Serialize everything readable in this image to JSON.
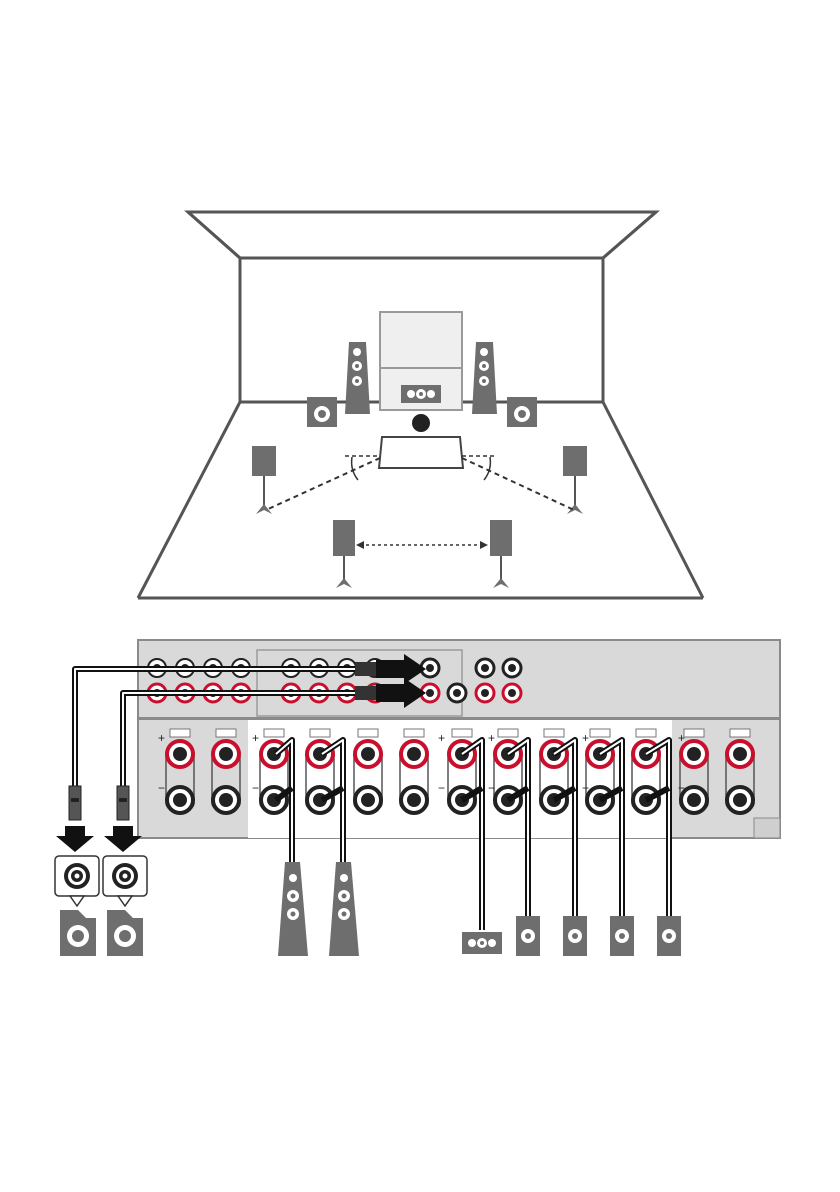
{
  "diagram": {
    "type": "speaker-connection-illustration",
    "room_view": {
      "speakers_shown": [
        "front-left",
        "front-right",
        "center",
        "subwoofer-left",
        "subwoofer-right",
        "surround-left",
        "surround-right",
        "surround-back-left",
        "surround-back-right"
      ],
      "listener": "listening-position"
    },
    "rear_panel": {
      "subwoofer_cables": 2,
      "speaker_wires_shown": 7,
      "terminal_polarity_marks": [
        "+",
        "−"
      ]
    },
    "connected_devices": [
      "subwoofer",
      "subwoofer",
      "front-speaker",
      "front-speaker",
      "center-speaker",
      "surround-speaker",
      "surround-speaker",
      "surround-back-speaker",
      "surround-back-speaker"
    ]
  },
  "colors": {
    "outline": "#555555",
    "speaker_fill": "#6e6e6e",
    "panel": "#d9d9d9",
    "terminal_red": "#c8102e",
    "cable": "#111111"
  }
}
